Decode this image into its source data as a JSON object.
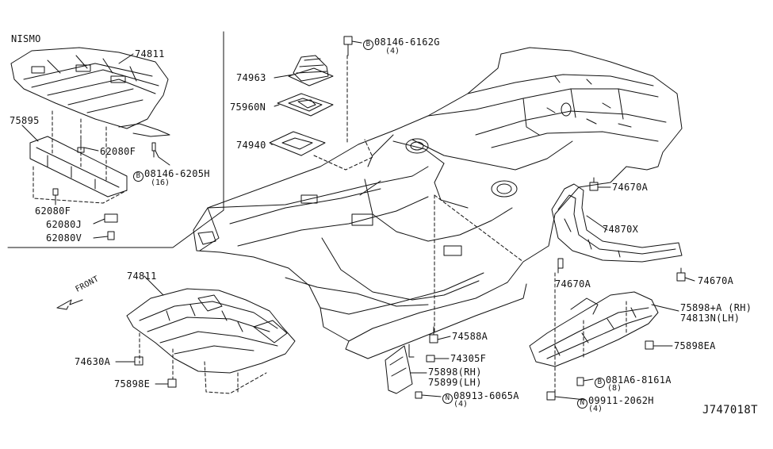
{
  "inset": {
    "title": "NISMO"
  },
  "labels": {
    "p74811_inset": "74811",
    "p75895": "75895",
    "p62080F_a": "62080F",
    "p08146_6205H": "08146-6205H",
    "p08146_6205H_qty": "(16)",
    "p62080F_b": "62080F",
    "p62080J": "62080J",
    "p62080V": "62080V",
    "p08146_6162G": "08146-6162G",
    "p08146_6162G_qty": "(4)",
    "p74963": "74963",
    "p75960N": "75960N",
    "p74940": "74940",
    "p74670A_a": "74670A",
    "p74870X": "74870X",
    "p74670A_b": "74670A",
    "p74670A_c": "74670A",
    "p75898A_rh": "75898+A (RH)",
    "p74813N_lh": "74813N(LH)",
    "p75898EA": "75898EA",
    "p081A6_8161A": "081A6-8161A",
    "p081A6_8161A_qty": "(8)",
    "p09911_2062H": "09911-2062H",
    "p09911_2062H_qty": "(4)",
    "p74811_main": "74811",
    "front": "FRONT",
    "p74630A": "74630A",
    "p75898E": "75898E",
    "p74588A": "74588A",
    "p74305F": "74305F",
    "p75898_rh": "75898(RH)",
    "p75899_lh": "75899(LH)",
    "p08913_6065A": "08913-6065A",
    "p08913_6065A_qty": "(4)",
    "diagram_id": "J747018T"
  },
  "markers": {
    "B": "B",
    "N": "N"
  }
}
